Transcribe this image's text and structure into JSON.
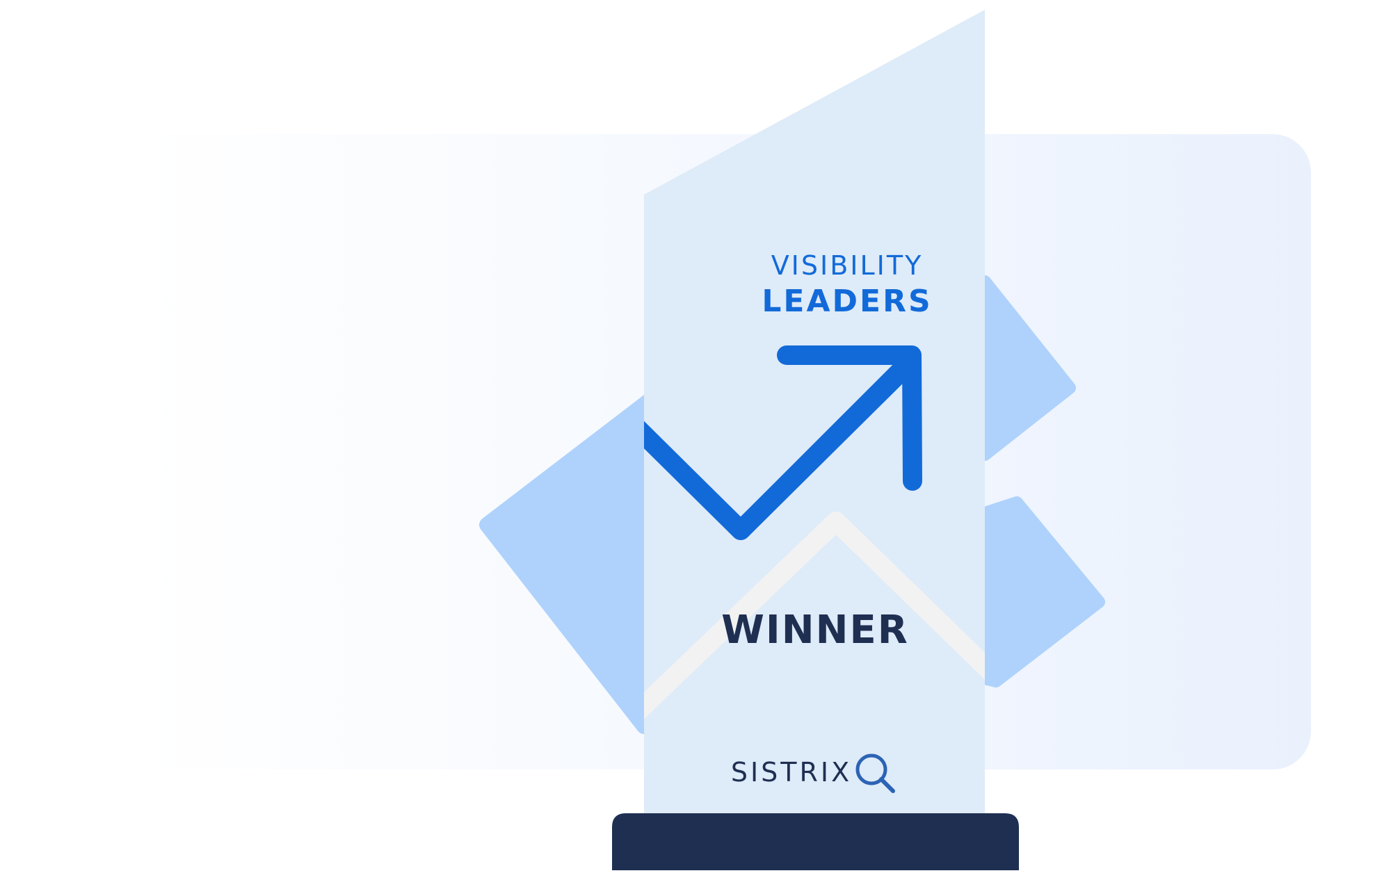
{
  "award": {
    "line1": "VISIBILITY",
    "line2": "LEADERS",
    "winner": "WINNER",
    "brand": "SISTRIX"
  },
  "icons": {
    "trend_arrow": "trend-up-arrow-icon",
    "brand_mark": "magnifier-icon"
  },
  "colors": {
    "primary_blue": "#126AD9",
    "light_blue": "#AED2FB",
    "panel_blue": "#DEEBF8",
    "backdrop_blue": "#EAF1FD",
    "navy": "#1F2F52",
    "light_gray": "#F2F2F2",
    "magnifier_blue": "#2C63B4"
  }
}
